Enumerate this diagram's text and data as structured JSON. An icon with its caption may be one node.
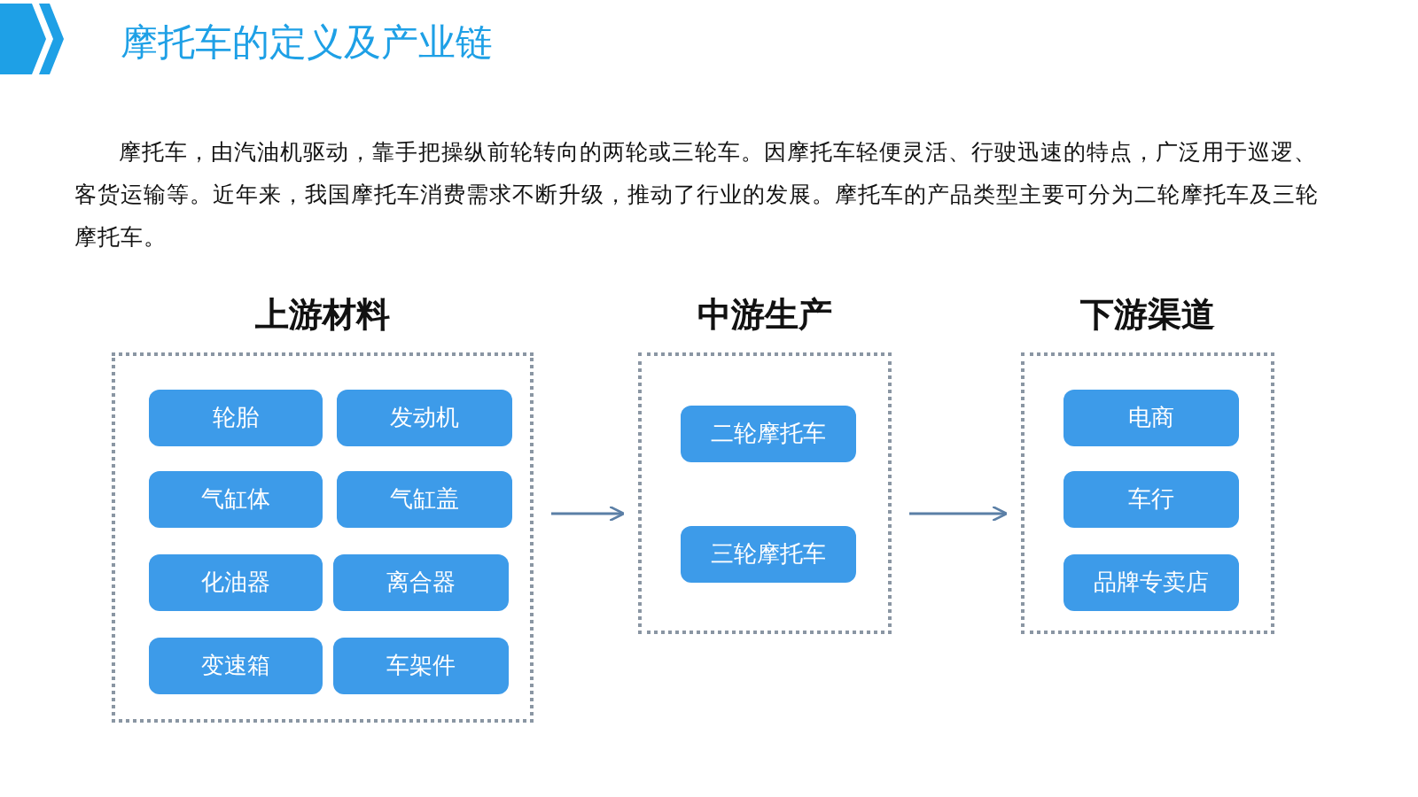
{
  "diagram": {
    "title": "摩托车的定义及产业链",
    "nodes": [
      {
        "text": [
          "上游材料"
        ]
      },
      {
        "text": [
          "轮胎"
        ],
        "in": 0
      },
      {
        "text": [
          "发动机"
        ],
        "in": 0
      },
      {
        "text": [
          "气缸体"
        ],
        "in": 0
      },
      {
        "text": [
          "气缸盖"
        ],
        "in": 0
      },
      {
        "text": [
          "化油器"
        ],
        "in": 0
      },
      {
        "text": [
          "离合器"
        ],
        "in": 0
      },
      {
        "text": [
          "变速箱"
        ],
        "in": 0
      },
      {
        "text": [
          "车架件"
        ],
        "in": 0
      },
      {
        "text": [
          "中游生产"
        ]
      },
      {
        "text": [
          "二轮摩托车"
        ],
        "in": 9
      },
      {
        "text": [
          "三轮摩托车"
        ],
        "in": 9
      },
      {
        "text": [
          "下游渠道"
        ]
      },
      {
        "text": [
          "电商"
        ],
        "in": 12
      },
      {
        "text": [
          "车行"
        ],
        "in": 12
      },
      {
        "text": [
          "品牌专卖店"
        ],
        "in": 12
      }
    ],
    "edges": [
      {
        "from": 0,
        "to": 9,
        "arrow": "to"
      },
      {
        "from": 9,
        "to": 12,
        "arrow": "to"
      }
    ],
    "labels": [
      "摩托车，由汽油机驱动，靠手把操纵前轮转向的两轮或三轮车。因摩托车轻便灵活、行驶迅速的特点，广泛用于巡逻、客货运输等。近年来，我国摩托车消费需求不断升级，推动了行业的发展。摩托车的产品类型主要可分为二轮摩托车及三轮摩托车。"
    ]
  }
}
